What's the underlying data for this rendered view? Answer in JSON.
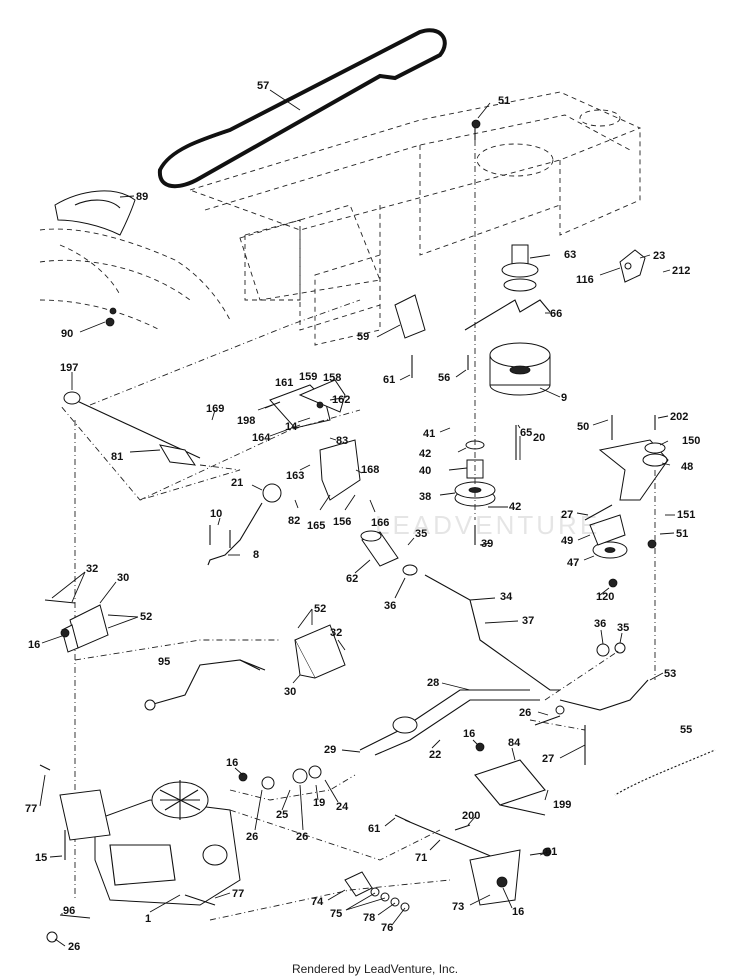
{
  "watermark": "LEADVENTURE",
  "footer": "Rendered by LeadVenture, Inc.",
  "labels": {
    "p57": "57",
    "p51a": "51",
    "p89": "89",
    "p63": "63",
    "p23": "23",
    "p116": "116",
    "p212": "212",
    "p66": "66",
    "p59": "59",
    "p90": "90",
    "p197": "197",
    "p61a": "61",
    "p56": "56",
    "p9": "9",
    "p161": "161",
    "p159": "159",
    "p158": "158",
    "p198": "198",
    "p162": "162",
    "p169": "169",
    "p65": "65",
    "p50": "50",
    "p202": "202",
    "p150": "150",
    "p41": "41",
    "p42a": "42",
    "p20": "20",
    "p48": "48",
    "p14": "14",
    "p83": "83",
    "p164": "164",
    "p81": "81",
    "p40": "40",
    "p163": "163",
    "p168": "168",
    "p21": "21",
    "p38": "38",
    "p42b": "42",
    "p27a": "27",
    "p151": "151",
    "p51b": "51",
    "p10": "10",
    "p82": "82",
    "p165": "165",
    "p156": "156",
    "p166": "166",
    "p35a": "35",
    "p49": "49",
    "p39": "39",
    "p8": "8",
    "p47": "47",
    "p62": "62",
    "p32a": "32",
    "p30a": "30",
    "p36a": "36",
    "p34": "34",
    "p120": "120",
    "p52a": "52",
    "p52b": "52",
    "p16a": "16",
    "p37": "37",
    "p32b": "32",
    "p36b": "36",
    "p35b": "35",
    "p95": "95",
    "p30b": "30",
    "p53": "53",
    "p28": "28",
    "p26a": "26",
    "p55": "55",
    "p16b": "16",
    "p84": "84",
    "p29": "29",
    "p22": "22",
    "p27b": "27",
    "p16c": "16",
    "p77a": "77",
    "p25": "25",
    "p19": "19",
    "p24": "24",
    "p199": "199",
    "p26b": "26",
    "p26c": "26",
    "p200": "200",
    "p61b": "61",
    "p15": "15",
    "p71": "71",
    "p61c": "61",
    "p77b": "77",
    "p74": "74",
    "p75": "75",
    "p78": "78",
    "p76": "76",
    "p73": "73",
    "p16d": "16",
    "p96": "96",
    "p1": "1",
    "p26d": "26"
  }
}
